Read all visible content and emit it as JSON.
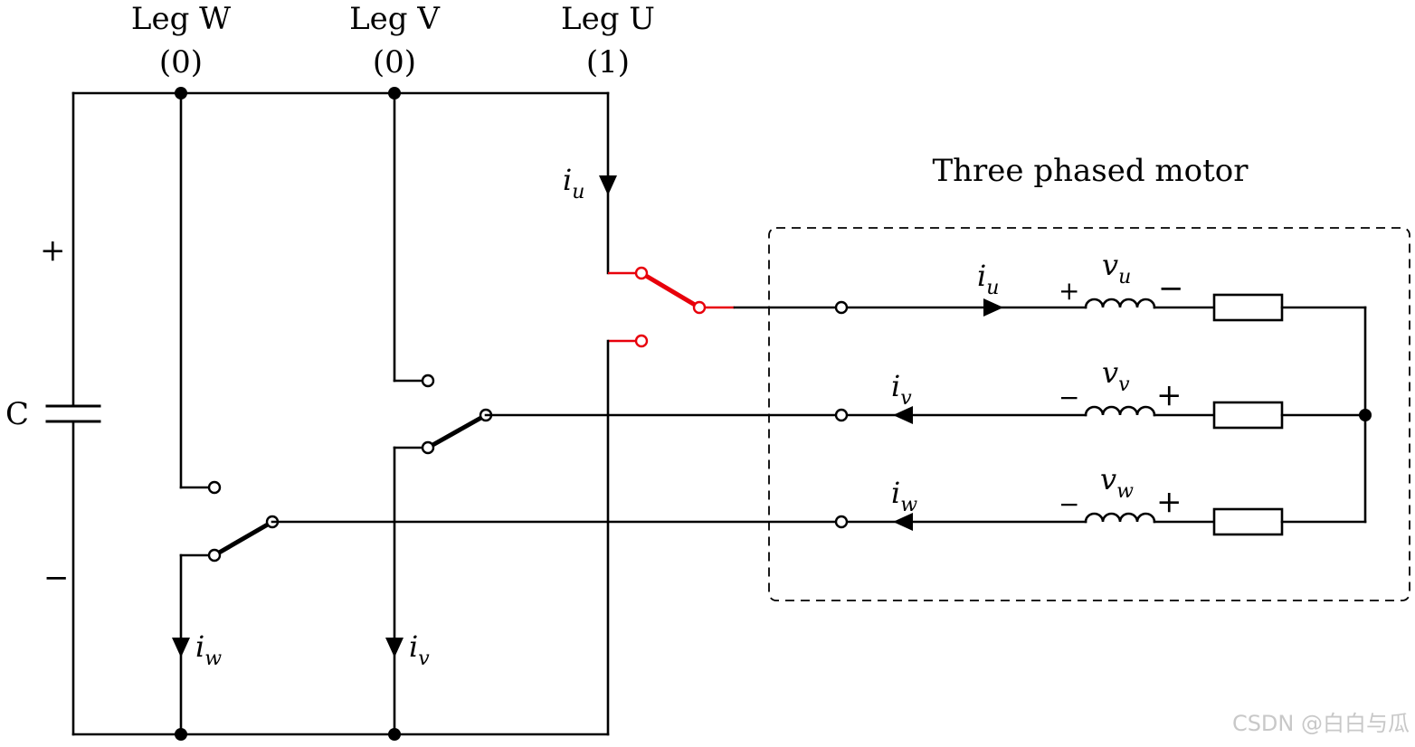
{
  "legs": {
    "w": {
      "label": "Leg W",
      "state": "(0)"
    },
    "v": {
      "label": "Leg V",
      "state": "(0)"
    },
    "u": {
      "label": "Leg U",
      "state": "(1)"
    }
  },
  "capacitor": {
    "label": "C",
    "plus": "+",
    "minus": "−"
  },
  "motor": {
    "title": "Three phased motor"
  },
  "currents": {
    "base": "i",
    "u": "u",
    "v": "v",
    "w": "w"
  },
  "voltages": {
    "base": "v",
    "u": "u",
    "v": "v",
    "w": "w"
  },
  "polarity": {
    "u_left": "+",
    "u_right": "−",
    "v_left": "−",
    "v_right": "+",
    "w_left": "−",
    "w_right": "+"
  },
  "colors": {
    "active_leg": "#e8000b",
    "wire": "#000000"
  },
  "watermark": "CSDN @白白与瓜"
}
